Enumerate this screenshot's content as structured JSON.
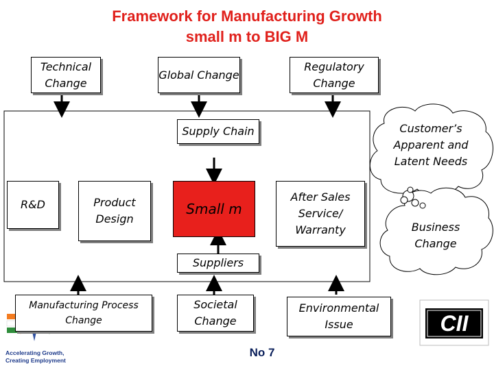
{
  "title": {
    "line1": "Framework for Manufacturing Growth",
    "line2": "small m to BIG M"
  },
  "boxes": {
    "technical_change": "Technical Change",
    "global_change": "Global Change",
    "regulatory_change": "Regulatory Change",
    "supply_chain": "Supply Chain",
    "rd": "R&D",
    "product_design": "Product Design",
    "small_m": "Small m",
    "after_sales": "After Sales Service/ Warranty",
    "suppliers": "Suppliers",
    "manufacturing_process": "Manufacturing Process Change",
    "societal_change": "Societal Change",
    "environmental_issue": "Environmental Issue"
  },
  "clouds": {
    "customer": "Customer’s Apparent and Latent Needs",
    "business": "Business Change"
  },
  "footer": {
    "slide_number": "No 7",
    "logo_tagline_1": "Accelerating Growth,",
    "logo_tagline_2": "Creating Employment",
    "brand": "CII"
  },
  "colors": {
    "title": "#e0201b",
    "small_m_fill": "#e8201c"
  }
}
